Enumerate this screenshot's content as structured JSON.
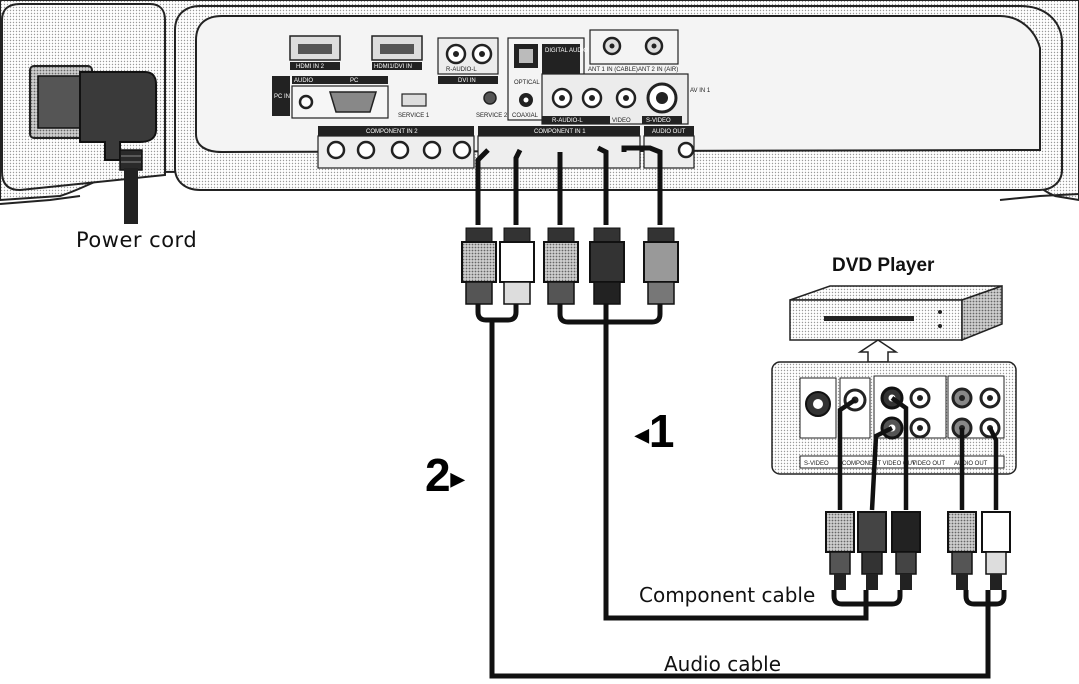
{
  "labels": {
    "power_cord": "Power cord",
    "dvd_player": "DVD Player",
    "component_cable": "Component cable",
    "audio_cable": "Audio cable"
  },
  "steps": {
    "step1": "1",
    "step2": "2"
  },
  "panel": {
    "hdmi2": "HDMI IN 2",
    "hdmi1": "HDMI1/DVI IN",
    "audio": "AUDIO",
    "pc": "PC",
    "pc_in": "PC IN",
    "service1": "SERVICE 1",
    "service2": "SERVICE 2",
    "dvi_in": "DVI IN",
    "audio_rl": "R-AUDIO-L",
    "optical": "OPTICAL",
    "coaxial": "COAXIAL",
    "digital_audio_out": "DIGITAL AUDIO OUT",
    "ant1": "ANT 1 IN (CABLE)",
    "ant2": "ANT 2 IN (AIR)",
    "video": "VIDEO",
    "s_video": "S-VIDEO",
    "av_in": "AV IN 1",
    "component_in2": "COMPONENT IN 2",
    "component_in1": "COMPONENT IN 1",
    "audio_out": "AUDIO OUT"
  },
  "dvd_panel": {
    "s_video": "S-VIDEO",
    "component": "COMPONENT VIDEO OUT",
    "video_out": "VIDEO OUT",
    "audio_out": "AUDIO OUT"
  }
}
